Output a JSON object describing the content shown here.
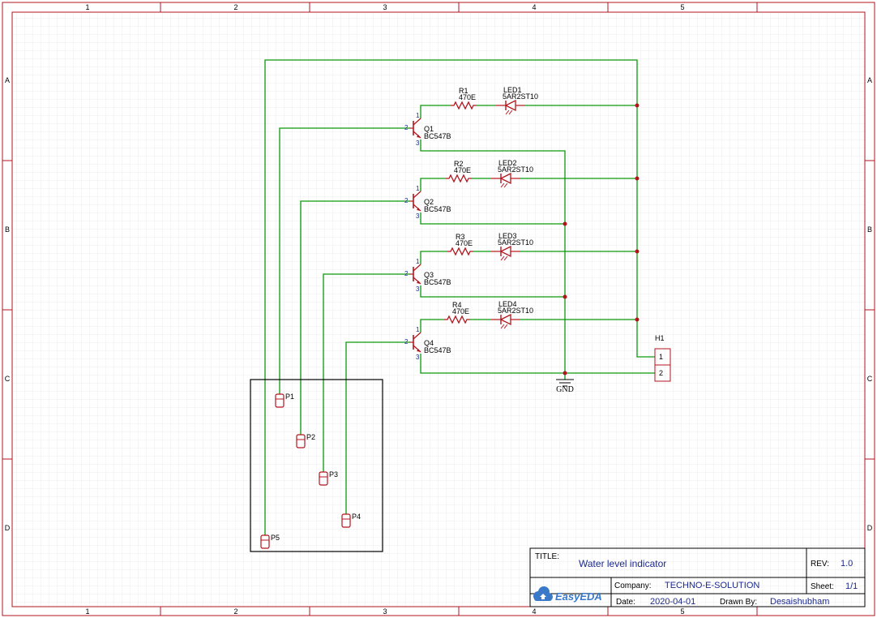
{
  "colors": {
    "wire": "#0a9a0a",
    "component": "#b3141c",
    "frame": "#b3141c",
    "grid": "#e6e6e6",
    "pin_number": "#1b2a8f",
    "titleblock_value": "#1b2a8f",
    "easyeda": "#3a79c8"
  },
  "frame": {
    "columns": [
      "1",
      "2",
      "3",
      "4",
      "5"
    ],
    "rows": [
      "A",
      "B",
      "C",
      "D"
    ]
  },
  "transistors": [
    {
      "ref": "Q1",
      "value": "BC547B",
      "pins": [
        "1",
        "2",
        "3"
      ]
    },
    {
      "ref": "Q2",
      "value": "BC547B",
      "pins": [
        "1",
        "2",
        "3"
      ]
    },
    {
      "ref": "Q3",
      "value": "BC547B",
      "pins": [
        "1",
        "2",
        "3"
      ]
    },
    {
      "ref": "Q4",
      "value": "BC547B",
      "pins": [
        "1",
        "2",
        "3"
      ]
    }
  ],
  "resistors": [
    {
      "ref": "R1",
      "value": "470E"
    },
    {
      "ref": "R2",
      "value": "470E"
    },
    {
      "ref": "R3",
      "value": "470E"
    },
    {
      "ref": "R4",
      "value": "470E"
    }
  ],
  "leds": [
    {
      "ref": "LED1",
      "value": "5AR2ST10"
    },
    {
      "ref": "LED2",
      "value": "5AR2ST10"
    },
    {
      "ref": "LED3",
      "value": "5AR2ST10"
    },
    {
      "ref": "LED4",
      "value": "5AR2ST10"
    }
  ],
  "probes": [
    "P1",
    "P2",
    "P3",
    "P4",
    "P5"
  ],
  "header": {
    "ref": "H1",
    "pins": [
      "1",
      "2"
    ]
  },
  "ground": {
    "label": "GND"
  },
  "title_block": {
    "title_label": "TITLE:",
    "title": "Water level indicator",
    "rev_label": "REV:",
    "rev": "1.0",
    "company_label": "Company:",
    "company": "TECHNO-E-SOLUTION",
    "sheet_label": "Sheet:",
    "sheet": "1/1",
    "date_label": "Date:",
    "date": "2020-04-01",
    "drawn_by_label": "Drawn By:",
    "drawn_by": "Desaishubham",
    "logo_text": "EasyEDA"
  }
}
